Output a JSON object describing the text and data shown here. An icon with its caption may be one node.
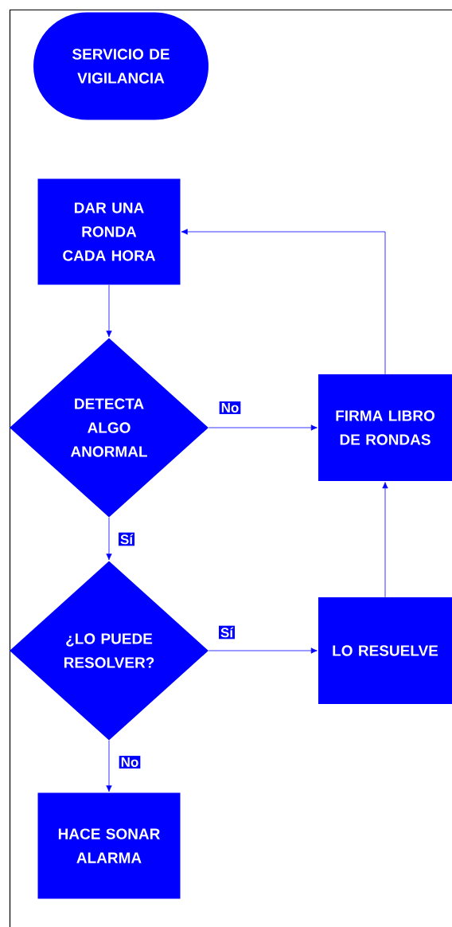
{
  "diagram": {
    "nodes": [
      {
        "text": [
          "SERVICIO DE VIGILANCIA"
        ]
      },
      {
        "text": [
          "DAR UNA RONDA CADA HORA"
        ]
      },
      {
        "text": [
          "DETECTA ALGO ANORMAL"
        ]
      },
      {
        "text": [
          "FIRMA LIBRO DE RONDAS"
        ]
      },
      {
        "text": [
          "¿LO PUEDE RESOLVER?"
        ]
      },
      {
        "text": [
          "LO RESUELVE"
        ]
      },
      {
        "text": [
          "HACE SONAR ALARMA"
        ]
      }
    ],
    "edges": [
      {
        "from": 1,
        "to": 2,
        "arrow": "to"
      },
      {
        "from": 2,
        "to": 3,
        "arrow": "to",
        "label": "No"
      },
      {
        "from": 2,
        "to": 4,
        "arrow": "to",
        "label": "Sí"
      },
      {
        "from": 4,
        "to": 5,
        "arrow": "to",
        "label": "Sí"
      },
      {
        "from": 4,
        "to": 6,
        "arrow": "to",
        "label": "No"
      },
      {
        "from": 5,
        "to": 3,
        "arrow": "to"
      },
      {
        "from": 3,
        "to": 1,
        "arrow": "to"
      }
    ]
  }
}
